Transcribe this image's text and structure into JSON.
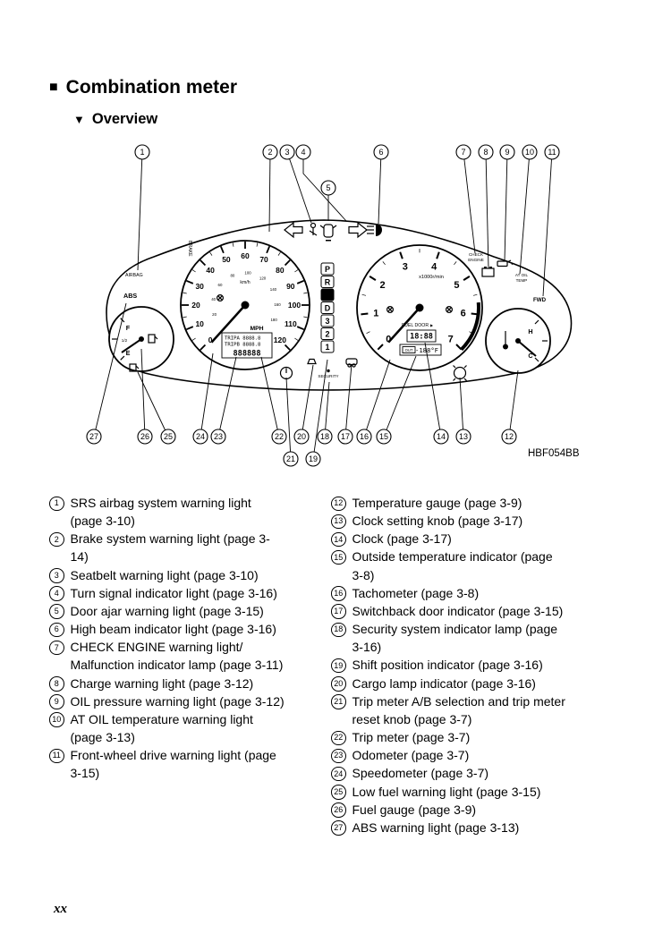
{
  "header": {
    "square": "■",
    "triangle": "▼",
    "title": "Combination meter",
    "subtitle": "Overview"
  },
  "diagram": {
    "code": "HBF054BB",
    "labels": {
      "airbag": "AIRBAG",
      "abs": "ABS",
      "brake": "BRAKE",
      "check_1": "CHECK",
      "check_2": "ENGINE",
      "at_oil_1": "AT OIL",
      "at_oil_2": "TEMP",
      "fwd": "FWD",
      "security": "SECURITY",
      "mph": "MPH",
      "kmh": "km/h",
      "x1000": "x1000r/min",
      "fuel_door": "FUEL  DOOR",
      "fuel_door_arrow": "▶",
      "out": "OUT",
      "f": "F",
      "half": "1/2",
      "e": "E",
      "h": "H",
      "c": "C"
    },
    "lcd": {
      "trip_a": "TRIPA 8888.8",
      "trip_b": "TRIPB 8888.8",
      "odometer": "888888",
      "clock": "18:88",
      "out_temp": "-188°F"
    },
    "shift_positions": [
      "P",
      "R",
      "N",
      "D",
      "3",
      "2",
      "1"
    ],
    "speedometer_numbers": [
      "0",
      "10",
      "20",
      "30",
      "40",
      "50",
      "60",
      "70",
      "80",
      "90",
      "100",
      "110",
      "120"
    ],
    "kmh_numbers": [
      "20",
      "40",
      "60",
      "80",
      "100",
      "120",
      "140",
      "160",
      "180"
    ],
    "tachometer_numbers": [
      "0",
      "1",
      "2",
      "3",
      "4",
      "5",
      "6",
      "7"
    ],
    "callout_numbers": [
      "1",
      "2",
      "3",
      "4",
      "5",
      "6",
      "7",
      "8",
      "9",
      "10",
      "11",
      "12",
      "13",
      "14",
      "15",
      "16",
      "17",
      "18",
      "19",
      "20",
      "21",
      "22",
      "23",
      "24",
      "25",
      "26",
      "27"
    ]
  },
  "legend": {
    "left": [
      {
        "n": "1",
        "t": "SRS airbag system warning light (page 3-10)"
      },
      {
        "n": "2",
        "t": "Brake system warning light (page 3-14)"
      },
      {
        "n": "3",
        "t": "Seatbelt warning light (page 3-10)"
      },
      {
        "n": "4",
        "t": "Turn signal indicator light (page 3-16)"
      },
      {
        "n": "5",
        "t": "Door ajar warning light (page 3-15)"
      },
      {
        "n": "6",
        "t": "High beam indicator light (page 3-16)"
      },
      {
        "n": "7",
        "t": "CHECK ENGINE warning light/ Malfunction indicator lamp (page 3-11)"
      },
      {
        "n": "8",
        "t": "Charge warning light (page 3-12)"
      },
      {
        "n": "9",
        "t": "OIL pressure warning light (page 3-12)"
      },
      {
        "n": "10",
        "t": "AT OIL temperature warning light (page 3-13)"
      },
      {
        "n": "11",
        "t": "Front-wheel drive warning light (page 3-15)"
      }
    ],
    "right": [
      {
        "n": "12",
        "t": "Temperature gauge (page 3-9)"
      },
      {
        "n": "13",
        "t": "Clock setting knob (page 3-17)"
      },
      {
        "n": "14",
        "t": "Clock (page 3-17)"
      },
      {
        "n": "15",
        "t": "Outside temperature indicator (page 3-8)"
      },
      {
        "n": "16",
        "t": "Tachometer (page 3-8)"
      },
      {
        "n": "17",
        "t": "Switchback door indicator (page 3-15)"
      },
      {
        "n": "18",
        "t": "Security system indicator lamp (page 3-16)"
      },
      {
        "n": "19",
        "t": "Shift position indicator (page 3-16)"
      },
      {
        "n": "20",
        "t": "Cargo lamp indicator (page 3-16)"
      },
      {
        "n": "21",
        "t": "Trip meter A/B selection and trip meter reset knob (page 3-7)"
      },
      {
        "n": "22",
        "t": "Trip meter (page 3-7)"
      },
      {
        "n": "23",
        "t": "Odometer (page 3-7)"
      },
      {
        "n": "24",
        "t": "Speedometer (page 3-7)"
      },
      {
        "n": "25",
        "t": "Low fuel warning light (page 3-15)"
      },
      {
        "n": "26",
        "t": "Fuel gauge (page 3-9)"
      },
      {
        "n": "27",
        "t": "ABS warning light (page 3-13)"
      }
    ]
  },
  "footer": {
    "page": "xx"
  }
}
